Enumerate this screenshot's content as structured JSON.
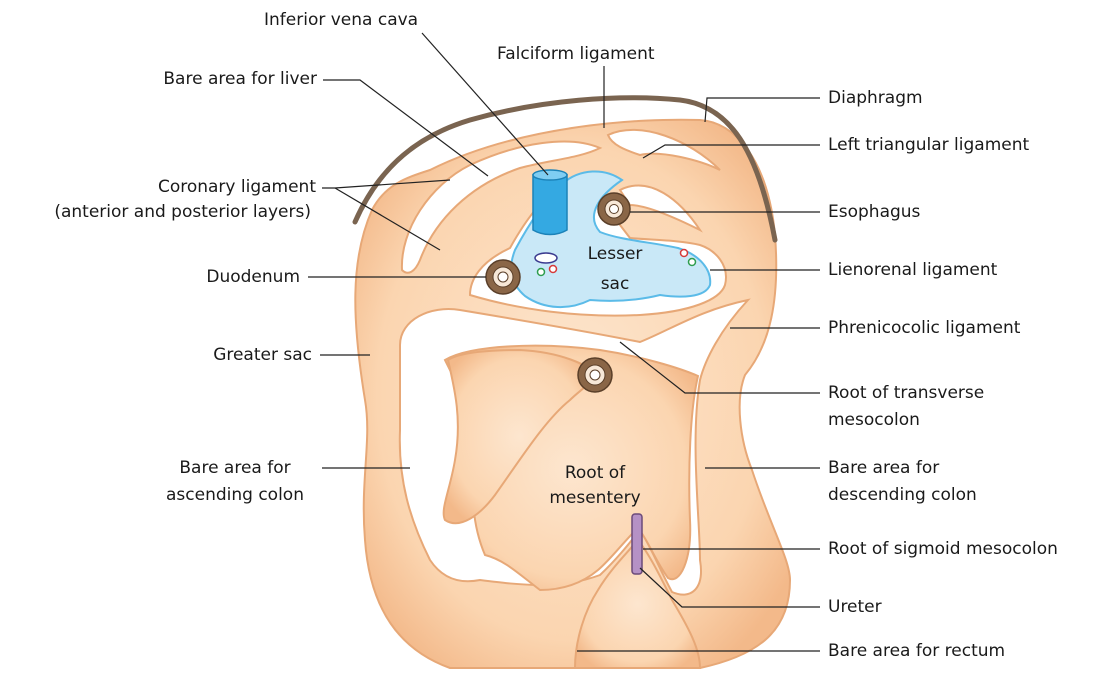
{
  "colors": {
    "peritoneum_fill": "#fbd7b5",
    "peritoneum_edge": "#e7a877",
    "lesser_sac": "#c9e8f7",
    "lesser_sac_edge": "#5bbbe8",
    "ivc": "#34a9e2",
    "diaphragm": "#7a6450",
    "ureter": "#b591c5",
    "line": "#222222"
  },
  "labels": {
    "inferior_vena_cava": "Inferior vena cava",
    "falciform_ligament": "Falciform ligament",
    "bare_area_liver": "Bare area for liver",
    "diaphragm": "Diaphragm",
    "left_triangular": "Left triangular ligament",
    "coronary_1": "Coronary ligament",
    "coronary_2": "(anterior and posterior layers)",
    "esophagus": "Esophagus",
    "duodenum": "Duodenum",
    "lienorenal": "Lienorenal ligament",
    "phrenicocolic": "Phrenicocolic ligament",
    "greater_sac": "Greater sac",
    "root_transverse_1": "Root of transverse",
    "root_transverse_2": "mesocolon",
    "bare_ascending_1": "Bare area for",
    "bare_ascending_2": "ascending colon",
    "bare_descending_1": "Bare area for",
    "bare_descending_2": "descending colon",
    "root_mesentery_1": "Root of",
    "root_mesentery_2": "mesentery",
    "root_sigmoid": "Root of sigmoid mesocolon",
    "ureter": "Ureter",
    "bare_rectum": "Bare area for rectum",
    "lesser_sac_1": "Lesser",
    "lesser_sac_2": "sac"
  }
}
